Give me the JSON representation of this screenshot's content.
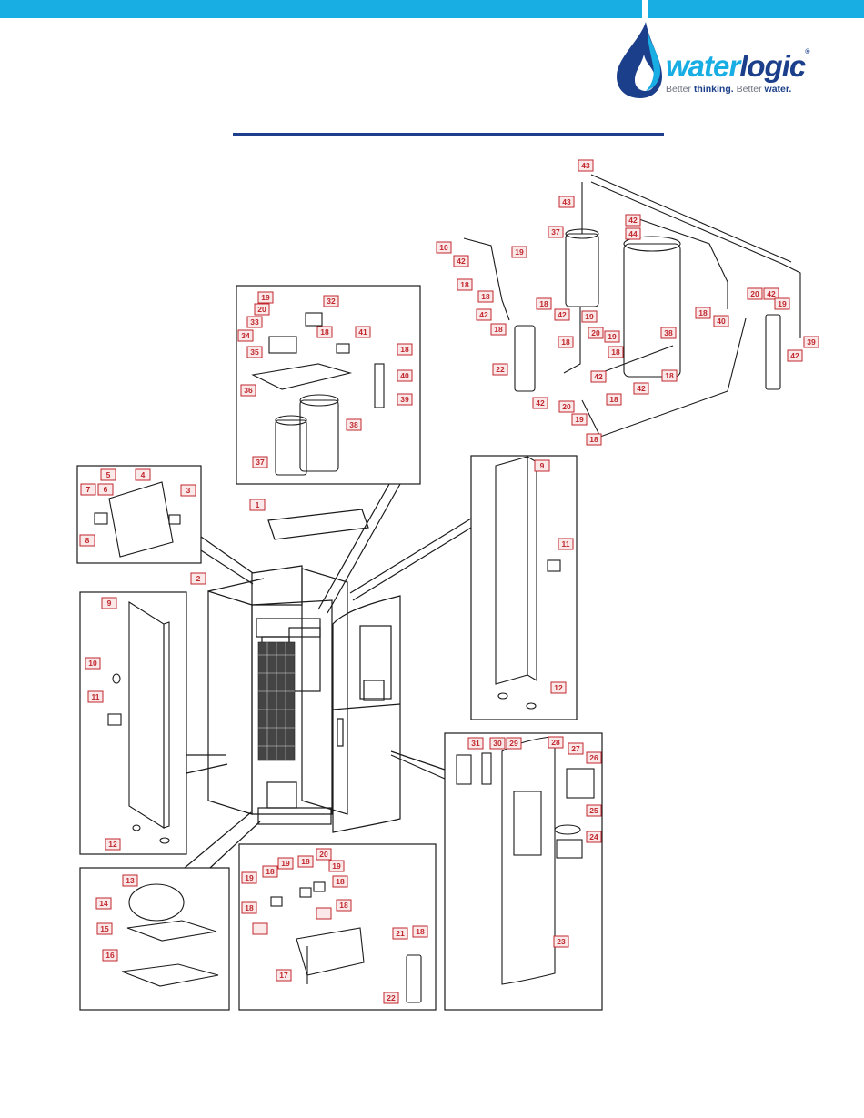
{
  "header": {
    "brand_part1": "water",
    "brand_part2": "logic",
    "brand_reg": "®",
    "tagline_1": "Better ",
    "tagline_2": "thinking.",
    "tagline_3": " Better ",
    "tagline_4": "water."
  },
  "colors": {
    "brand_light": "#18aee4",
    "brand_dark": "#1b3f8b",
    "callout": "#c0272d"
  },
  "callouts": {
    "top_right_system": [
      "43",
      "43",
      "37",
      "42",
      "44",
      "10",
      "19",
      "42",
      "18",
      "18",
      "42",
      "18",
      "18",
      "22",
      "42",
      "19",
      "18",
      "20",
      "19",
      "18",
      "42",
      "38",
      "18",
      "42",
      "20",
      "19",
      "18",
      "42",
      "18",
      "20",
      "42",
      "19",
      "18",
      "40",
      "39",
      "42"
    ],
    "chiller_box": [
      "19",
      "20",
      "32",
      "33",
      "18",
      "34",
      "41",
      "35",
      "18",
      "36",
      "40",
      "39",
      "38",
      "37"
    ],
    "control_box": [
      "5",
      "4",
      "7",
      "6",
      "3",
      "8"
    ],
    "main_unit": [
      "1",
      "2"
    ],
    "right_side_panel_box": [
      "9",
      "11",
      "12"
    ],
    "left_side_panel_box": [
      "9",
      "10",
      "11",
      "12"
    ],
    "front_panel_box": [
      "31",
      "30",
      "29",
      "28",
      "27",
      "26",
      "25",
      "24",
      "23"
    ],
    "compressor_box": [
      "13",
      "14",
      "15",
      "16"
    ],
    "valve_box": [
      "20",
      "19",
      "18",
      "19",
      "19",
      "18",
      "18",
      "18",
      "18",
      "21",
      "18",
      "17",
      "22"
    ]
  }
}
